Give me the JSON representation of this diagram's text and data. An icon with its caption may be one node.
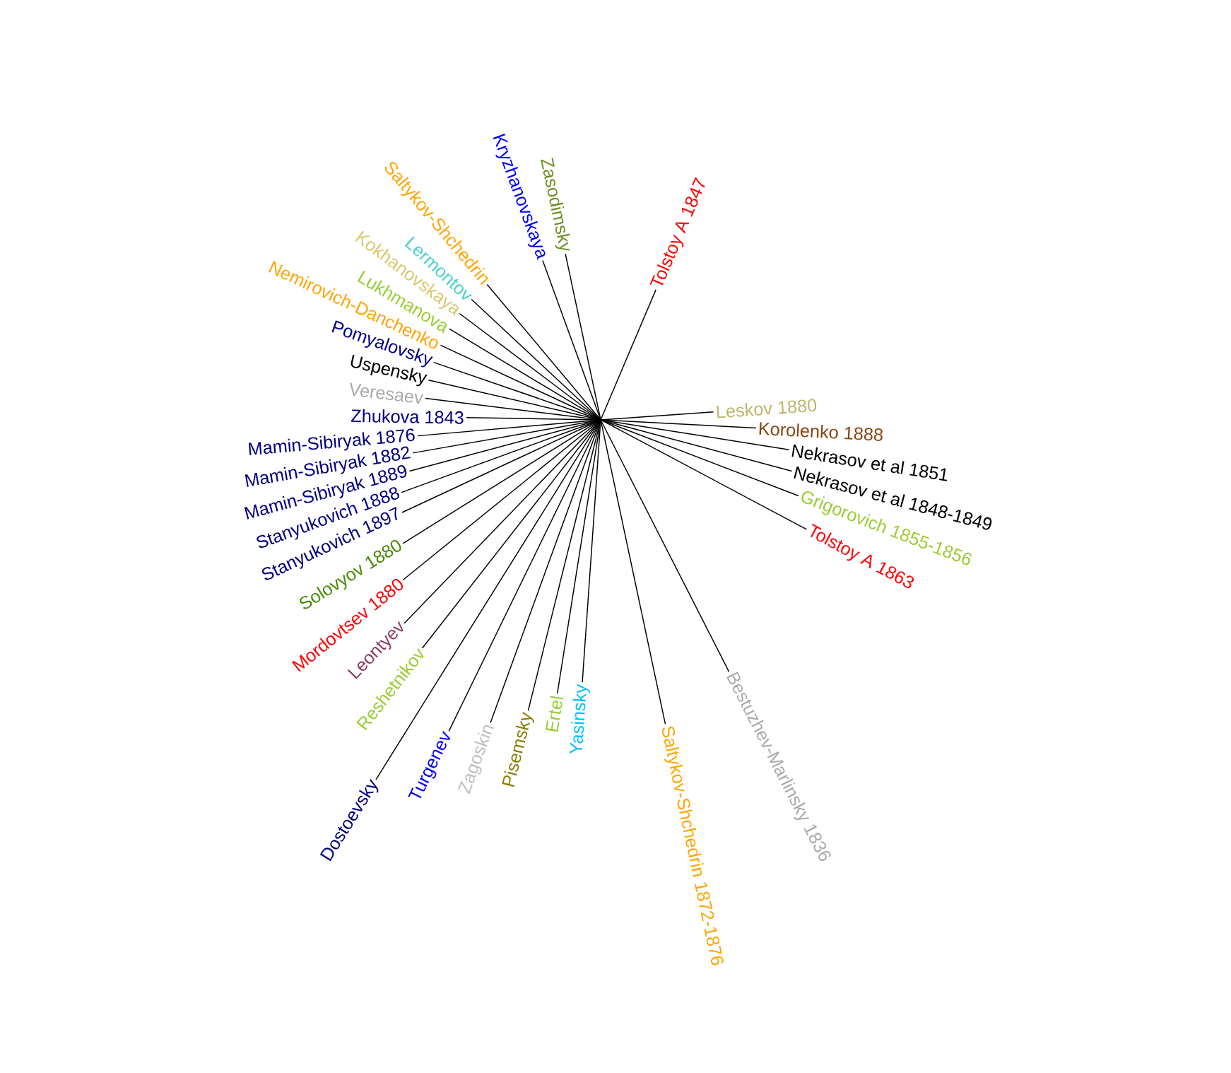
{
  "diagram": {
    "nodes": [
      {
        "text": [
          "Kryzhanovskaya"
        ]
      },
      {
        "text": [
          "Zasodimsky"
        ]
      },
      {
        "text": [
          "Tolstoy A 1847"
        ]
      },
      {
        "text": [
          "Leskov 1880"
        ]
      },
      {
        "text": [
          "Korolenko 1888"
        ]
      },
      {
        "text": [
          "Nekrasov et al 1851"
        ]
      },
      {
        "text": [
          "Nekrasov et al 1848-1849"
        ]
      },
      {
        "text": [
          "Grigorovich 1855-1856"
        ]
      },
      {
        "text": [
          "Tolstoy A 1863"
        ]
      },
      {
        "text": [
          "Bestuzhev-Marlinsky 1836"
        ]
      },
      {
        "text": [
          "Saltykov-Shchedrin 1872-1876"
        ]
      },
      {
        "text": [
          "Yasinsky"
        ]
      },
      {
        "text": [
          "Ertel"
        ]
      },
      {
        "text": [
          "Pisemsky"
        ]
      },
      {
        "text": [
          "Zagoskin"
        ]
      },
      {
        "text": [
          "Turgenev"
        ]
      },
      {
        "text": [
          "Dostoevsky"
        ]
      },
      {
        "text": [
          "Reshetnikov"
        ]
      },
      {
        "text": [
          "Leontyev"
        ]
      },
      {
        "text": [
          "Mordovtsev 1880"
        ]
      },
      {
        "text": [
          "Solovyov 1880"
        ]
      },
      {
        "text": [
          "Stanyukovich 1897"
        ]
      },
      {
        "text": [
          "Stanyukovich 1888"
        ]
      },
      {
        "text": [
          "Mamin-Sibiryak 1889"
        ]
      },
      {
        "text": [
          "Mamin-Sibiryak 1882"
        ]
      },
      {
        "text": [
          "Mamin-Sibiryak 1876"
        ]
      },
      {
        "text": [
          "Zhukova 1843"
        ]
      },
      {
        "text": [
          "Veresaev"
        ]
      },
      {
        "text": [
          "Uspensky"
        ]
      },
      {
        "text": [
          "Pomyalovsky"
        ]
      },
      {
        "text": [
          "Nemirovich-Danchenko"
        ]
      },
      {
        "text": [
          "Lukhmanova"
        ]
      },
      {
        "text": [
          "Kokhanovskaya"
        ]
      },
      {
        "text": [
          "Lermontov"
        ]
      },
      {
        "text": [
          "Saltykov-Shchedrin"
        ]
      }
    ],
    "edges": [
      {
        "from": null,
        "to": 0,
        "arrow": "none"
      },
      {
        "from": null,
        "to": 1,
        "arrow": "none"
      },
      {
        "from": null,
        "to": 2,
        "arrow": "none"
      },
      {
        "from": null,
        "to": 3,
        "arrow": "none"
      },
      {
        "from": null,
        "to": 4,
        "arrow": "none"
      },
      {
        "from": null,
        "to": 5,
        "arrow": "none"
      },
      {
        "from": null,
        "to": 6,
        "arrow": "none"
      },
      {
        "from": null,
        "to": 7,
        "arrow": "none"
      },
      {
        "from": null,
        "to": 8,
        "arrow": "none"
      },
      {
        "from": null,
        "to": 9,
        "arrow": "none"
      },
      {
        "from": null,
        "to": 10,
        "arrow": "none"
      },
      {
        "from": null,
        "to": 11,
        "arrow": "none"
      },
      {
        "from": null,
        "to": 12,
        "arrow": "none"
      },
      {
        "from": null,
        "to": 13,
        "arrow": "none"
      },
      {
        "from": null,
        "to": 14,
        "arrow": "none"
      },
      {
        "from": null,
        "to": 15,
        "arrow": "none"
      },
      {
        "from": null,
        "to": 16,
        "arrow": "none"
      },
      {
        "from": null,
        "to": 17,
        "arrow": "none"
      },
      {
        "from": null,
        "to": 18,
        "arrow": "none"
      },
      {
        "from": null,
        "to": 19,
        "arrow": "none"
      },
      {
        "from": null,
        "to": 20,
        "arrow": "none"
      },
      {
        "from": null,
        "to": 21,
        "arrow": "none"
      },
      {
        "from": null,
        "to": 22,
        "arrow": "none"
      },
      {
        "from": null,
        "to": 23,
        "arrow": "none"
      },
      {
        "from": null,
        "to": 24,
        "arrow": "none"
      },
      {
        "from": null,
        "to": 25,
        "arrow": "none"
      },
      {
        "from": null,
        "to": 26,
        "arrow": "none"
      },
      {
        "from": null,
        "to": 27,
        "arrow": "none"
      },
      {
        "from": null,
        "to": 28,
        "arrow": "none"
      },
      {
        "from": null,
        "to": 29,
        "arrow": "none"
      },
      {
        "from": null,
        "to": 30,
        "arrow": "none"
      },
      {
        "from": null,
        "to": 31,
        "arrow": "none"
      },
      {
        "from": null,
        "to": 32,
        "arrow": "none"
      },
      {
        "from": null,
        "to": 33,
        "arrow": "none"
      },
      {
        "from": null,
        "to": 34,
        "arrow": "none"
      }
    ]
  }
}
